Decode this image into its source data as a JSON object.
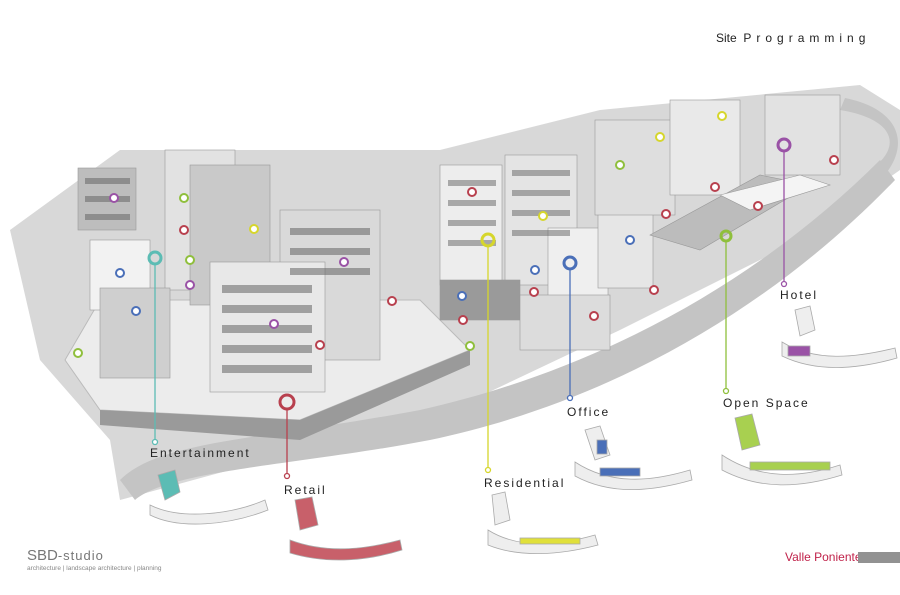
{
  "header": {
    "title_word1": "Site",
    "title_word2": "Programming"
  },
  "footer": {
    "brand_main": "SBD",
    "brand_suffix": "-studio",
    "tagline": "architecture | landscape architecture |  planning",
    "project_name": "Valle Poniente"
  },
  "programs": [
    {
      "label": "Entertainment",
      "color": "#5cbcb4"
    },
    {
      "label": "Retail",
      "color": "#b8404e"
    },
    {
      "label": "Residential",
      "color": "#d6d62c"
    },
    {
      "label": "Office",
      "color": "#4a6fb8"
    },
    {
      "label": "Open Space",
      "color": "#8fbf3c"
    },
    {
      "label": "Hotel",
      "color": "#9a52a6"
    }
  ]
}
